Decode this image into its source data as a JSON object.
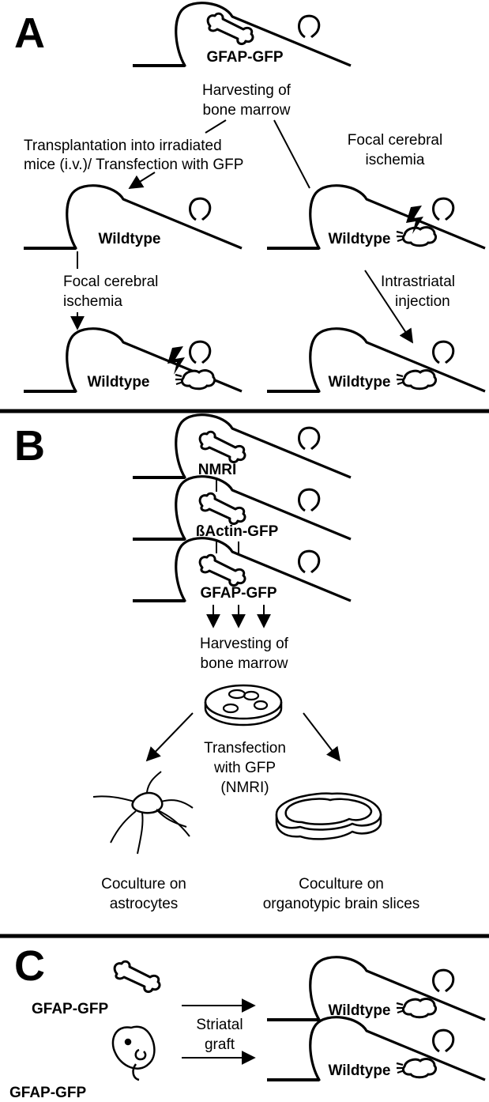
{
  "panels": {
    "a": {
      "letter": "A",
      "donor_label": "GFAP-GFP",
      "harvest_line1": "Harvesting of",
      "harvest_line2": "bone marrow",
      "transplant_line1": "Transplantation into irradiated",
      "transplant_line2": "mice (i.v.)/ Transfection with GFP",
      "ischemia_right_line1": "Focal cerebral",
      "ischemia_right_line2": "ischemia",
      "ischemia_left_line1": "Focal cerebral",
      "ischemia_left_line2": "ischemia",
      "injection_line1": "Intrastriatal",
      "injection_line2": "injection",
      "mouse_mid_left": "Wildtype",
      "mouse_mid_right": "Wildtype",
      "mouse_bot_left": "Wildtype",
      "mouse_bot_right": "Wildtype"
    },
    "b": {
      "letter": "B",
      "mouse1": "NMRI",
      "mouse2": "ßActin-GFP",
      "mouse3": "GFAP-GFP",
      "harvest_line1": "Harvesting of",
      "harvest_line2": "bone marrow",
      "transfect_line1": "Transfection",
      "transfect_line2": "with GFP",
      "transfect_line3": "(NMRI)",
      "coc_left_line1": "Coculture on",
      "coc_left_line2": "astrocytes",
      "coc_right_line1": "Coculture on",
      "coc_right_line2": "organotypic brain slices"
    },
    "c": {
      "letter": "C",
      "bone_label": "GFAP-GFP",
      "embryo_label": "GFAP-GFP",
      "graft_line1": "Striatal",
      "graft_line2": "graft",
      "mouse_top": "Wildtype",
      "mouse_bottom": "Wildtype"
    }
  }
}
